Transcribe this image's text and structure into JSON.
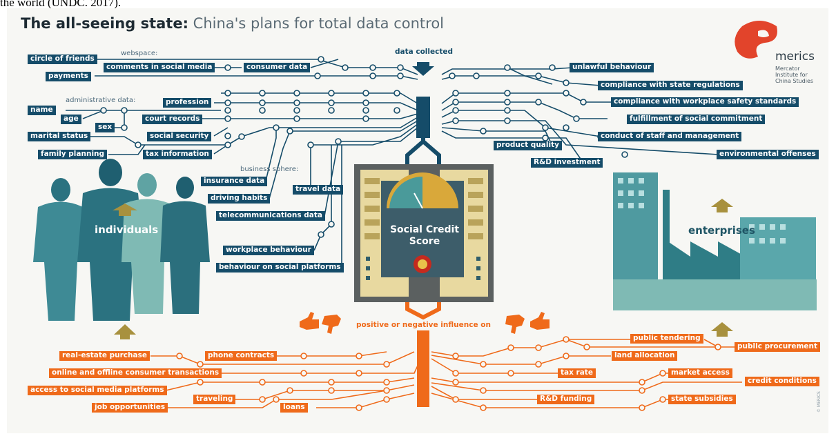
{
  "top_snippet": "the world (UNDC. 2017).",
  "title": {
    "bold": "The all-seeing state:",
    "subtitle": "China's plans for total data control"
  },
  "logo": {
    "name": "merics",
    "subtitle": "Mercator Institute for China Studies"
  },
  "captions": {
    "webspace": "webspace:",
    "administrative": "administrative data:",
    "business": "business  sphere:",
    "data_collected": "data collected",
    "influence": "positive or negative influence on"
  },
  "center": {
    "title": "Social Credit Score"
  },
  "sections": {
    "individuals": "individuals",
    "enterprises": "enterprises"
  },
  "left_inputs": [
    "circle of friends",
    "comments in social media",
    "consumer data",
    "payments",
    "name",
    "age",
    "sex",
    "marital status",
    "family planning",
    "profession",
    "court records",
    "social security",
    "tax information",
    "insurance data",
    "driving habits",
    "travel data",
    "telecommunications data",
    "workplace behaviour",
    "behaviour on social platforms"
  ],
  "right_inputs": [
    "unlawful behaviour",
    "compliance with state regulations",
    "compliance with workplace safety standards",
    "fulfillment of social commitment",
    "product quality",
    "conduct of staff and management",
    "R&D investment",
    "environmental offenses"
  ],
  "left_outputs": [
    "real-estate purchase",
    "phone contracts",
    "online and offline consumer transactions",
    "access to social media platforms",
    "traveling",
    "job opportunities",
    "loans"
  ],
  "right_outputs": [
    "public tendering",
    "public procurement",
    "land allocation",
    "tax rate",
    "market access",
    "credit conditions",
    "R&D funding",
    "state subsidies"
  ],
  "copyright": "© MERICS",
  "colors": {
    "navy": "#154c69",
    "orange": "#ef6a1a",
    "teal": "#2f7d86",
    "panel": "#f7f7f4",
    "olive": "#a8913e"
  }
}
